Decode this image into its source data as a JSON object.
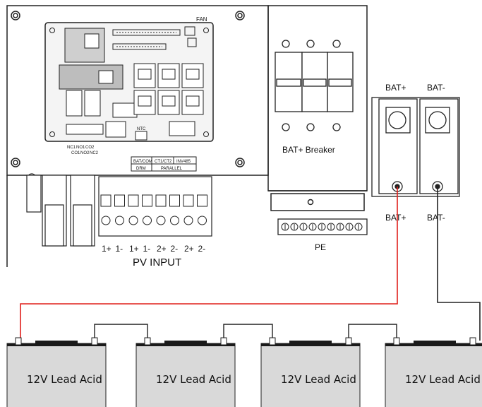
{
  "labels": {
    "fan": "FAN",
    "ntc": "NTC",
    "bat_com": "BAT/COM",
    "ct": "CT1/CT2",
    "inv485": "INV485",
    "drm": "DRM",
    "parallel": "PARALLEL",
    "nc1": "NC1",
    "no1": "NO1",
    "co2": "CO2",
    "co1": "CO1",
    "no2": "NO2",
    "nc2": "NC2",
    "bat_breaker": "BAT+ Breaker",
    "pe": "PE",
    "bat_plus": "BAT+",
    "bat_minus": "BAT-",
    "pv_input": "PV INPUT",
    "pv_terminals": [
      "1+",
      "1-",
      "1+",
      "1-",
      "2+",
      "2-",
      "2+",
      "2-"
    ]
  },
  "batteries": [
    "12V Lead Acid",
    "12V Lead Acid",
    "12V Lead Acid",
    "12V Lead Acid"
  ],
  "colors": {
    "positive_wire": "#e0201c",
    "negative_wire": "#222222",
    "battery_body": "#d9d9d9",
    "battery_top": "#1a1a1a"
  }
}
